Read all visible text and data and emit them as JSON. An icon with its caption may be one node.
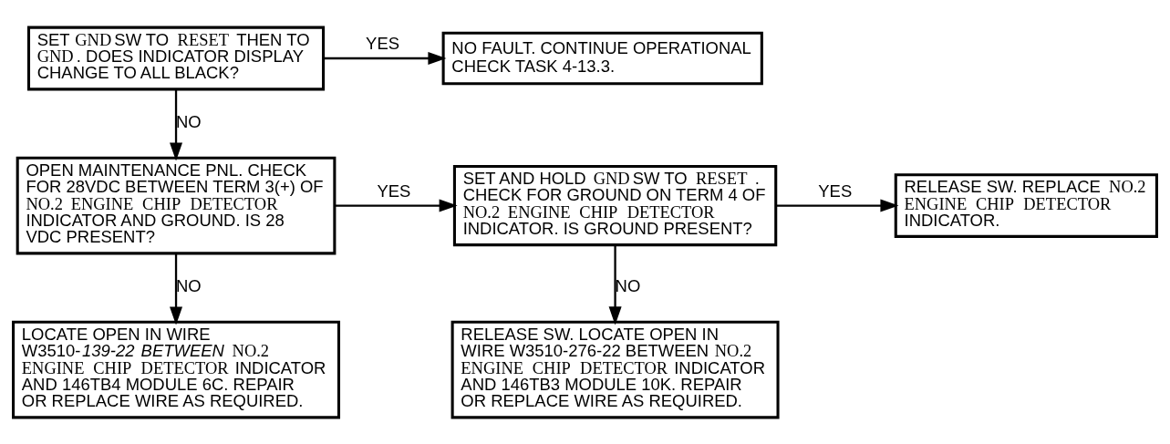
{
  "diagram": {
    "nodes": [
      {
        "text": [
          "SET **GND** SW TO **RESET** THEN TO **GND**. DOES INDICATOR DISPLAY CHANGE TO ALL BLACK?"
        ]
      },
      {
        "text": [
          "NO FAULT. CONTINUE OPERATIONAL CHECK TASK 4-13.3."
        ]
      },
      {
        "text": [
          "OPEN MAINTENANCE PNL. CHECK FOR 28VDC BETWEEN TERM 3(+) OF **NO.2 ENGINE CHIP DETECTOR** INDICATOR AND GROUND. IS 28 VDC PRESENT?"
        ]
      },
      {
        "text": [
          "SET AND HOLD **GND** SW TO **RESET**. CHECK FOR GROUND ON TERM 4 OF **NO.2 ENGINE CHIP DETECTOR** INDICATOR. IS GROUND PRESENT?"
        ]
      },
      {
        "text": [
          "RELEASE SW. REPLACE **NO.2 ENGINE CHIP DETECTOR** INDICATOR."
        ]
      },
      {
        "text": [
          "LOCATE OPEN IN WIRE W3510-*139-22 BETWEEN* **NO.2 ENGINE CHIP DETECTOR** INDICATOR AND 146TB4 MODULE 6C. REPAIR OR REPLACE WIRE AS REQUIRED."
        ]
      },
      {
        "text": [
          "RELEASE SW. LOCATE OPEN IN WIRE W3510-276-22 BETWEEN **NO.2 ENGINE CHIP DETECTOR** INDICATOR AND 146TB3 MODULE 10K. REPAIR OR REPLACE WIRE AS REQUIRED."
        ]
      }
    ],
    "edges": [
      {
        "from": 0,
        "to": 1,
        "arrow": "to",
        "label": "YES"
      },
      {
        "from": 0,
        "to": 2,
        "arrow": "to",
        "label": "NO"
      },
      {
        "from": 2,
        "to": 3,
        "arrow": "to",
        "label": "YES"
      },
      {
        "from": 2,
        "to": 5,
        "arrow": "to",
        "label": "NO"
      },
      {
        "from": 3,
        "to": 4,
        "arrow": "to",
        "label": "YES"
      },
      {
        "from": 3,
        "to": 6,
        "arrow": "to",
        "label": "NO"
      }
    ]
  }
}
